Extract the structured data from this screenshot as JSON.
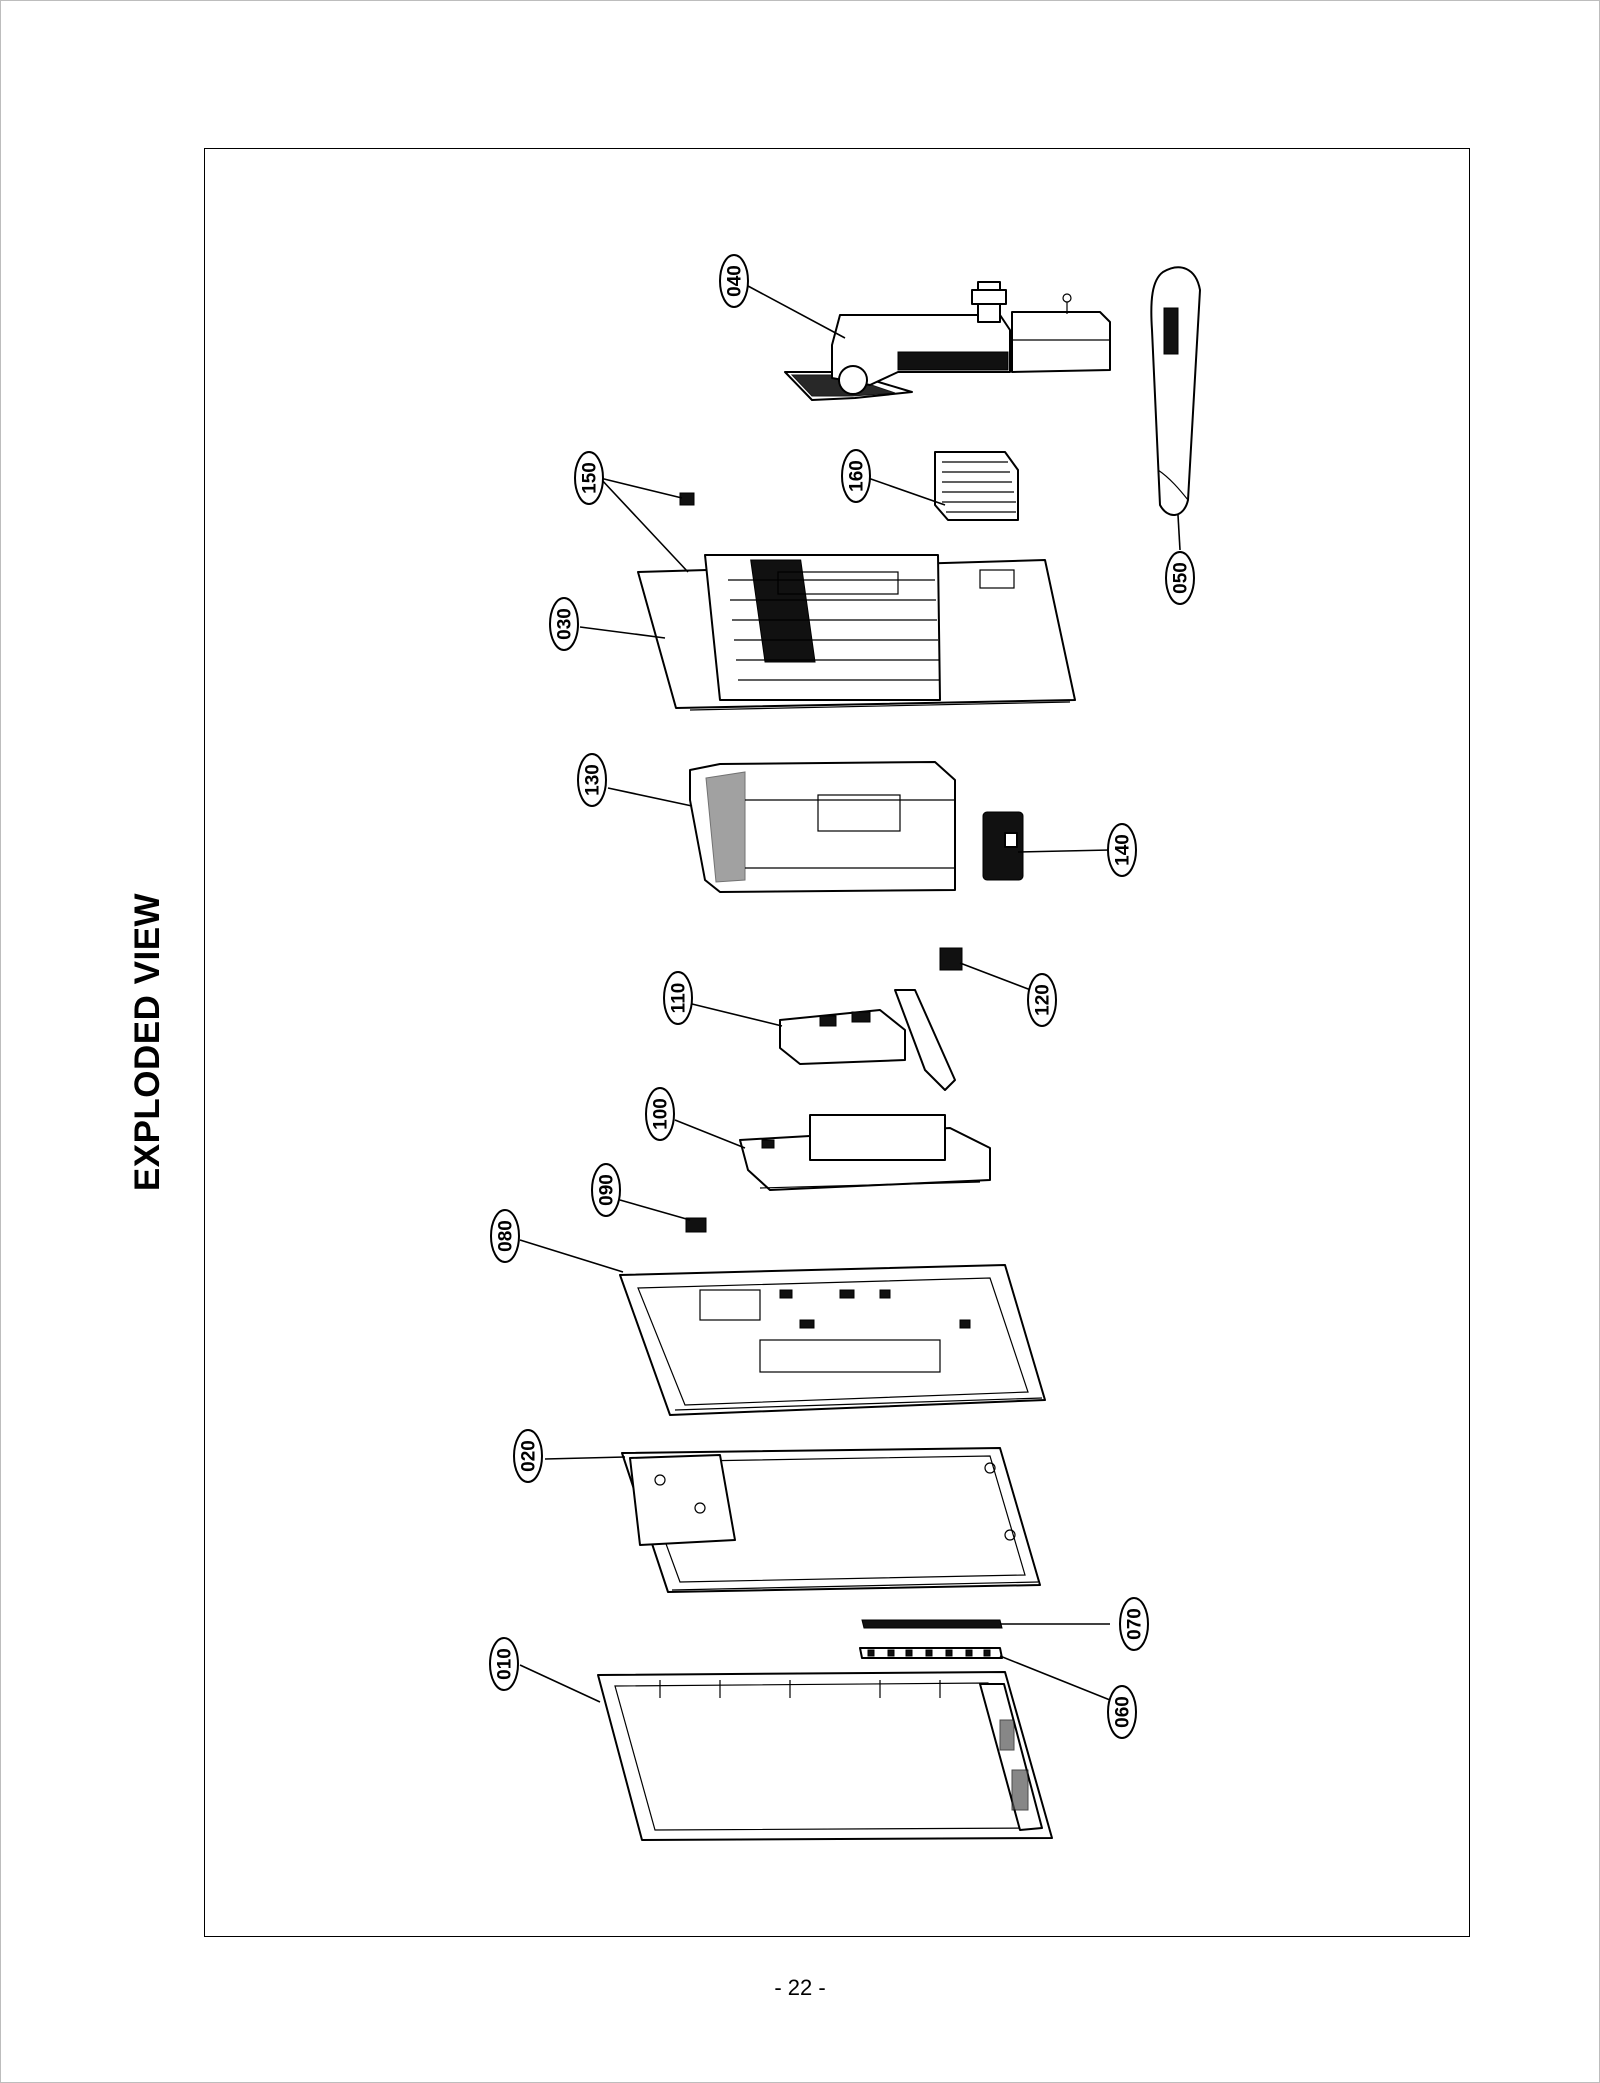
{
  "title": "EXPLODED VIEW",
  "page_number": "- 22 -",
  "callouts": {
    "c040": "040",
    "c050": "050",
    "c150": "150",
    "c160": "160",
    "c030": "030",
    "c130": "130",
    "c140": "140",
    "c120": "120",
    "c110": "110",
    "c100": "100",
    "c090": "090",
    "c080": "080",
    "c020": "020",
    "c070": "070",
    "c060": "060",
    "c010": "010"
  }
}
